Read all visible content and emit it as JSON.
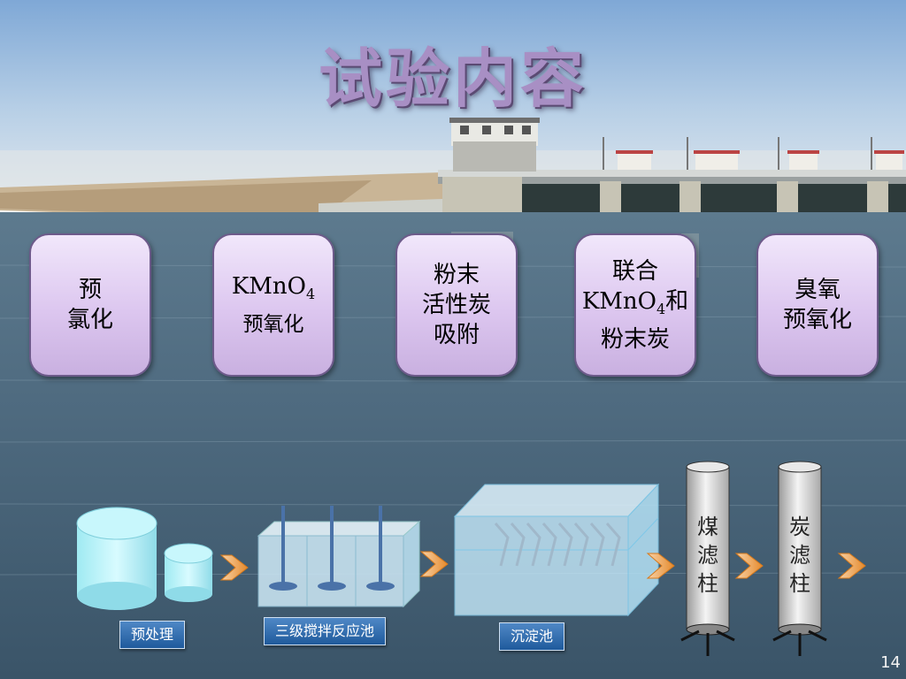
{
  "slide": {
    "title": "试验内容",
    "page_number": "14"
  },
  "methods": [
    {
      "lines": [
        "预",
        "氯化"
      ]
    },
    {
      "formula": "KMnO",
      "subscript": "4",
      "line2": "预氧化"
    },
    {
      "lines": [
        "粉末",
        "活性炭",
        "吸附"
      ]
    },
    {
      "line1": "联合",
      "formula": "KMnO",
      "subscript": "4",
      "formula_suffix": "和",
      "line3": "粉末炭"
    },
    {
      "lines": [
        "臭氧",
        "预氧化"
      ]
    }
  ],
  "process_labels": {
    "pretreatment": "预处理",
    "reactor": "三级搅拌反应池",
    "sedimentation": "沉淀池"
  },
  "columns": {
    "coal_filter": [
      "煤",
      "滤",
      "柱"
    ],
    "carbon_filter": [
      "炭",
      "滤",
      "柱"
    ]
  }
}
